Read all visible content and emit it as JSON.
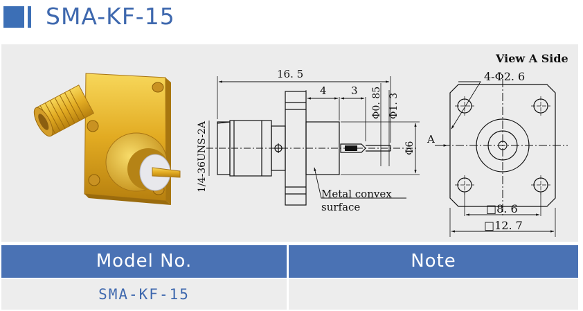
{
  "header": {
    "title": "SMA-KF-15"
  },
  "drawing": {
    "view_label": "View A Side",
    "side_view": {
      "length": "16. 5",
      "seg1": "4",
      "seg2": "3",
      "d1": "Φ0. 85",
      "d2": "Φ1. 3",
      "d3": "Φ6",
      "thread": "1/4-36UNS-2A",
      "arrow_label": "A",
      "surface_note_line1": "Metal convex",
      "surface_note_line2": "surface"
    },
    "front_view": {
      "holes": "4-Φ2. 6",
      "inner_square": "□8. 6",
      "outer_square": "□12. 7"
    }
  },
  "table": {
    "headers": [
      "Model No.",
      "Note"
    ],
    "rows": [
      [
        "SMA-KF-15",
        ""
      ]
    ]
  },
  "colors": {
    "accent": "#3c6fb6",
    "gold": "#e0ad22"
  }
}
